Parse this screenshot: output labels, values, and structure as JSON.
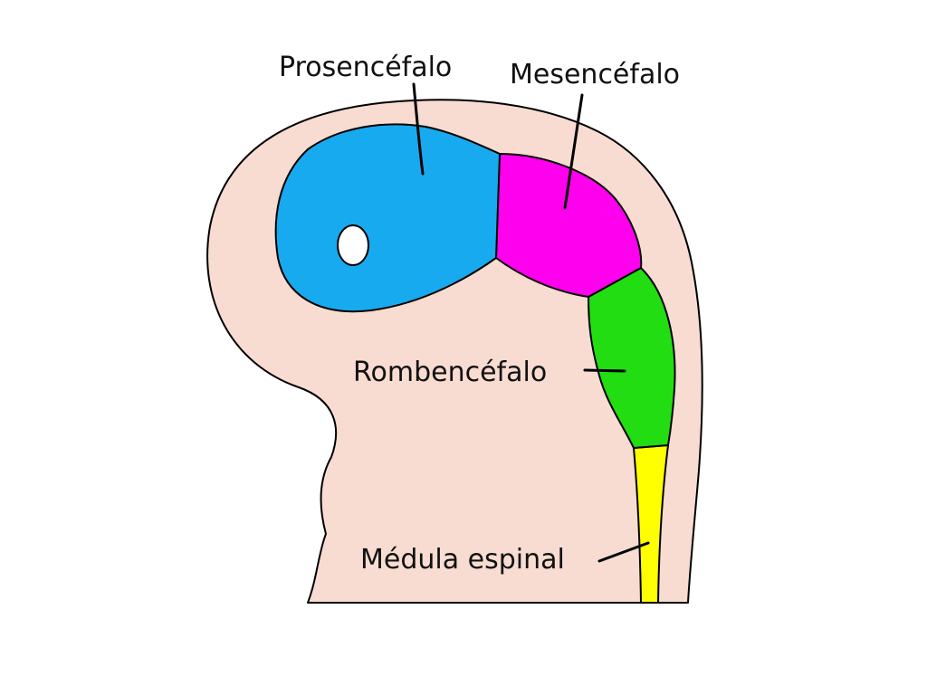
{
  "labels": {
    "prosencephalon": "Prosencéfalo",
    "mesencephalon": "Mesencéfalo",
    "rhombencephalon": "Rombencéfalo",
    "spinal_cord": "Médula espinal"
  },
  "colors": {
    "background": "#ffffff",
    "embryo": "#f8dcd2",
    "prosencephalon": "#18aaee",
    "mesencephalon": "#ff00ee",
    "rhombencephalon": "#22dd11",
    "spinal_cord": "#ffff00",
    "eye": "#ffffff",
    "outline": "#000000"
  }
}
